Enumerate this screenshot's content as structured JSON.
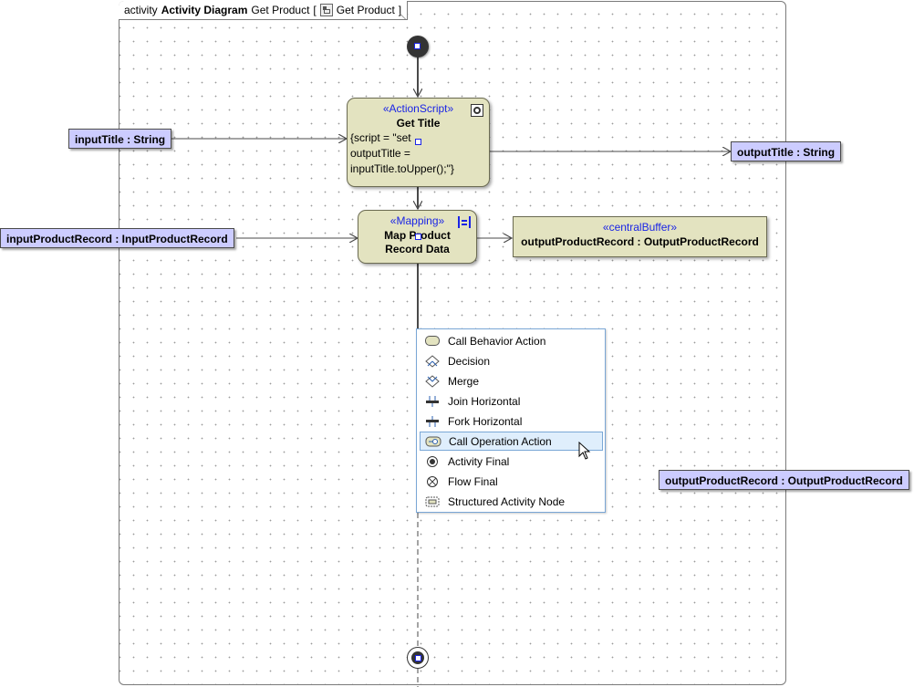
{
  "frame": {
    "keyword": "activity",
    "kind": "Activity Diagram",
    "name": "Get Product",
    "bracket_open": "[",
    "owner": "Get Product",
    "bracket_close": "]"
  },
  "nodes": {
    "get_title": {
      "stereotype": "«ActionScript»",
      "name": "Get Title",
      "script_lines": [
        "{script = \"set",
        "outputTitle =",
        "inputTitle.toUpper();\"}"
      ]
    },
    "map_product": {
      "stereotype": "«Mapping»",
      "name_lines": [
        "Map Product",
        "Record Data"
      ]
    },
    "central_buffer": {
      "stereotype": "«centralBuffer»",
      "name": "outputProductRecord : OutputProductRecord"
    }
  },
  "pins": {
    "input_title": "inputTitle : String",
    "output_title": "outputTitle : String",
    "input_product_record": "inputProductRecord : InputProductRecord",
    "output_product_record": "outputProductRecord : OutputProductRecord"
  },
  "popup_menu": {
    "items": [
      {
        "label": "Call Behavior Action",
        "icon": "call-behavior-icon"
      },
      {
        "label": "Decision",
        "icon": "decision-icon"
      },
      {
        "label": "Merge",
        "icon": "merge-icon"
      },
      {
        "label": "Join Horizontal",
        "icon": "join-horizontal-icon"
      },
      {
        "label": "Fork Horizontal",
        "icon": "fork-horizontal-icon"
      },
      {
        "label": "Call Operation Action",
        "icon": "call-operation-icon"
      },
      {
        "label": "Activity Final",
        "icon": "activity-final-icon"
      },
      {
        "label": "Flow Final",
        "icon": "flow-final-icon"
      },
      {
        "label": "Structured Activity Node",
        "icon": "structured-activity-icon"
      }
    ],
    "highlighted_item": "Call Operation Action"
  },
  "colors": {
    "action_fill": "#e3e3c0",
    "pin_fill": "#ccccff",
    "stereotype_text": "#1a24e6",
    "menu_highlight": "#dfeefc"
  }
}
